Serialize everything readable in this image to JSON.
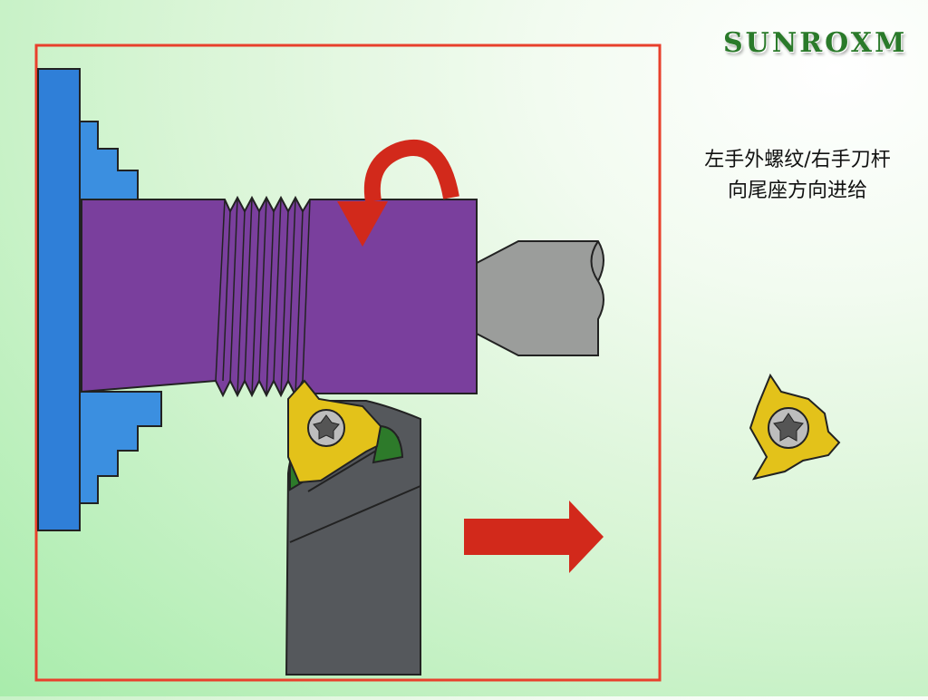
{
  "logo": {
    "text": "SUNROXM"
  },
  "caption": {
    "line1": "左手外螺纹/右手刀杆",
    "line2": "向尾座方向进给"
  },
  "colors": {
    "frame": "#e8402c",
    "workpiece": "#7a3f9d",
    "chuck": "#3b8fe0",
    "tailstock_center": "#9b9d9b",
    "tool_holder": "#55585c",
    "insert": "#e3c21a",
    "arrow": "#d2291b"
  },
  "icons": {
    "rotation": "curved-arrow-icon",
    "feed": "right-arrow-icon",
    "screw": "torx-screw-icon"
  }
}
